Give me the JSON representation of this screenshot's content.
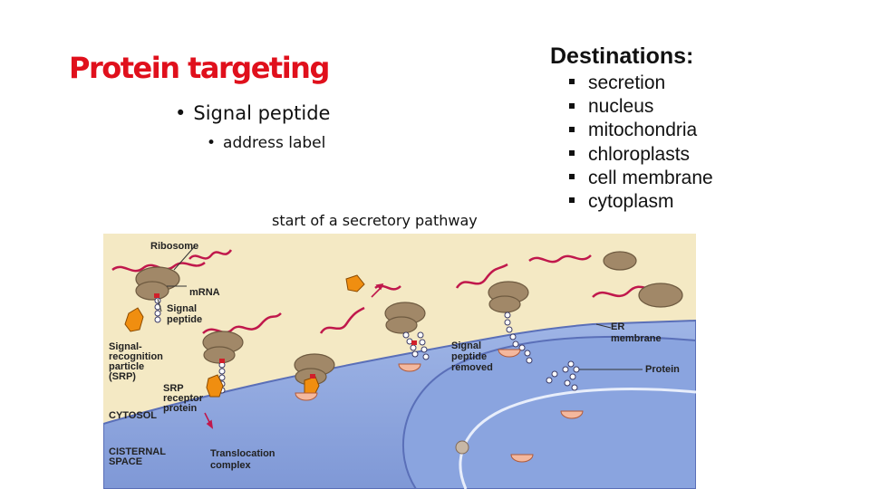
{
  "slide": {
    "title": "Protein targeting",
    "bullets": [
      {
        "text": "Signal peptide",
        "level": 1
      },
      {
        "text": "address label",
        "level": 2
      }
    ],
    "caption": "start of a secretory pathway"
  },
  "destinations": {
    "heading": "Destinations:",
    "items": [
      "secretion",
      "nucleus",
      "mitochondria",
      "chloroplasts",
      "cell membrane",
      "cytoplasm"
    ]
  },
  "figure": {
    "labels": {
      "ribosome": "Ribosome",
      "mrna": "mRNA",
      "signal_peptide": [
        "Signal",
        "peptide"
      ],
      "srp": [
        "Signal-",
        "recognition",
        "particle",
        "(SRP)"
      ],
      "srp_receptor": [
        "SRP",
        "receptor",
        "protein"
      ],
      "cytosol": "CYTOSOL",
      "cisternal_space": [
        "CISTERNAL",
        "SPACE"
      ],
      "translocation": [
        "Translocation",
        "complex"
      ],
      "signal_removed": [
        "Signal",
        "peptide",
        "removed"
      ],
      "er_membrane": [
        "ER",
        "membrane"
      ],
      "protein": "Protein"
    },
    "colors": {
      "background": "#f4e9c4",
      "er_lumen": "#8ea8e0",
      "ribosome": "#a18868",
      "mrna": "#c0184c",
      "srp": "#f08e10",
      "title_red": "#e0101c"
    }
  }
}
